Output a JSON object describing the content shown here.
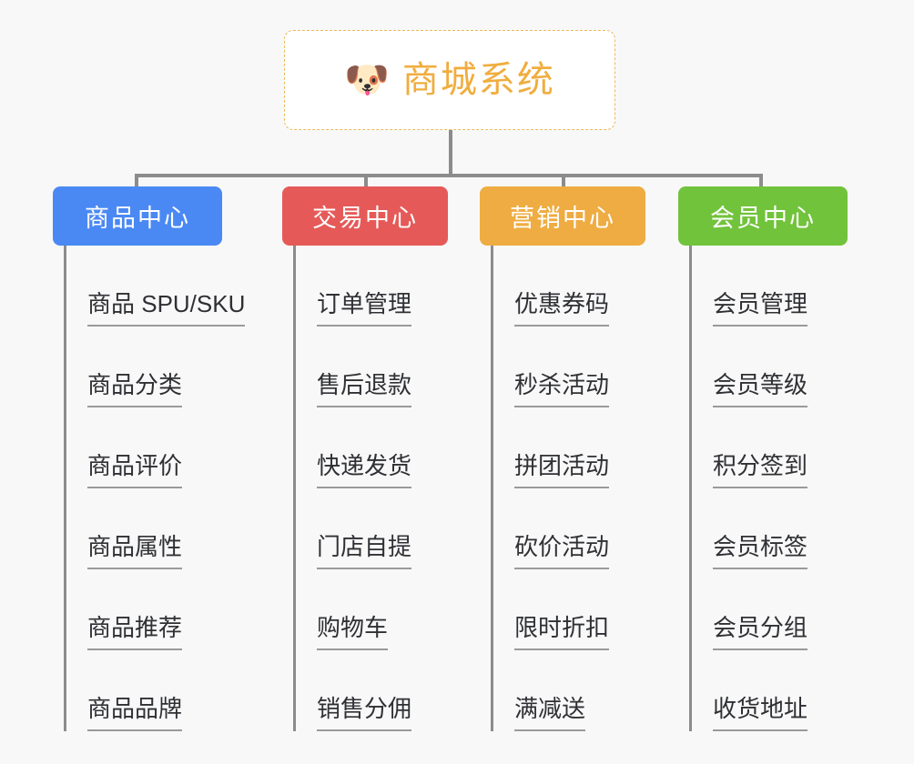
{
  "page": {
    "background_color": "#f8f8f8",
    "line_color": "#8c8c8c",
    "leaf_text_color": "#2f3034"
  },
  "root": {
    "title": "商城系统",
    "icon": "dog-face-icon",
    "icon_glyph": "🐶",
    "text_color": "#f0ad3e",
    "border_color": "#edb95e",
    "background_color": "#ffffff"
  },
  "columns": [
    {
      "title": "商品中心",
      "color": "#4a89f3",
      "items": [
        "商品 SPU/SKU",
        "商品分类",
        "商品评价",
        "商品属性",
        "商品推荐",
        "商品品牌"
      ]
    },
    {
      "title": "交易中心",
      "color": "#e55a58",
      "items": [
        "订单管理",
        "售后退款",
        "快递发货",
        "门店自提",
        "购物车",
        "销售分佣"
      ]
    },
    {
      "title": "营销中心",
      "color": "#eeac42",
      "items": [
        "优惠券码",
        "秒杀活动",
        "拼团活动",
        "砍价活动",
        "限时折扣",
        "满减送"
      ]
    },
    {
      "title": "会员中心",
      "color": "#72c33c",
      "items": [
        "会员管理",
        "会员等级",
        "积分签到",
        "会员标签",
        "会员分组",
        "收货地址"
      ]
    }
  ]
}
